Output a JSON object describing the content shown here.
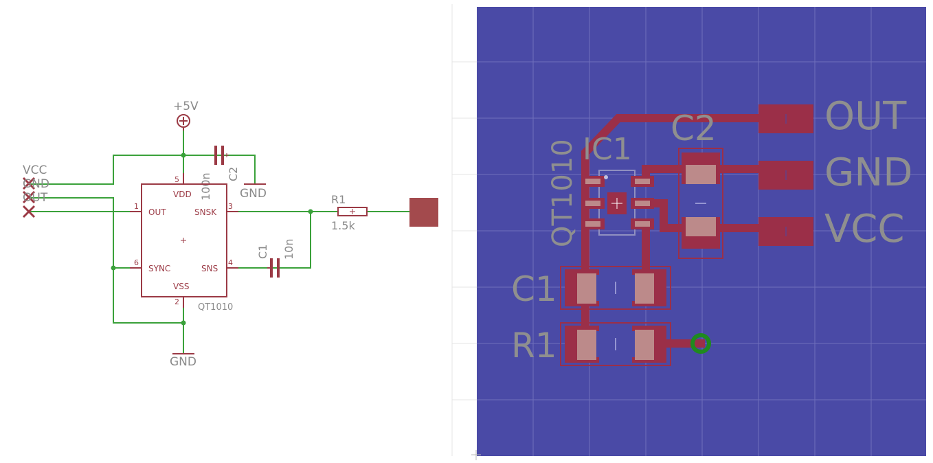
{
  "colors": {
    "wire": "#3aa13a",
    "symbol": "#9b3a45",
    "label": "#8a8a8a",
    "board": "#4a4aa6",
    "copper": "#9b2f48",
    "pad_highlight": "#c09090",
    "via": "#1f8a1f"
  },
  "schematic": {
    "supply_label": "+5V",
    "gnd_label_top": "GND",
    "gnd_label_bottom": "GND",
    "connector_pins": [
      "VCC",
      "GND",
      "OUT"
    ],
    "ic": {
      "pin_out": "OUT",
      "pin_vdd": "VDD",
      "pin_snsk": "SNSK",
      "pin_sync": "SYNC",
      "pin_sns": "SNS",
      "pin_vss": "VSS",
      "num_1": "1",
      "num_2": "2",
      "num_3": "3",
      "num_4": "4",
      "num_5": "5",
      "num_6": "6",
      "value": "QT1010"
    },
    "c2": {
      "name": "C2",
      "value": "100n"
    },
    "c1": {
      "name": "C1",
      "value": "10n"
    },
    "r1": {
      "name": "R1",
      "value": "1.5k"
    }
  },
  "board": {
    "pad_out": "OUT",
    "pad_gnd": "GND",
    "pad_vcc": "VCC",
    "ic_name": "IC1",
    "ic_value": "QT1010",
    "c2_name": "C2",
    "c1_name": "C1",
    "r1_name": "R1"
  }
}
